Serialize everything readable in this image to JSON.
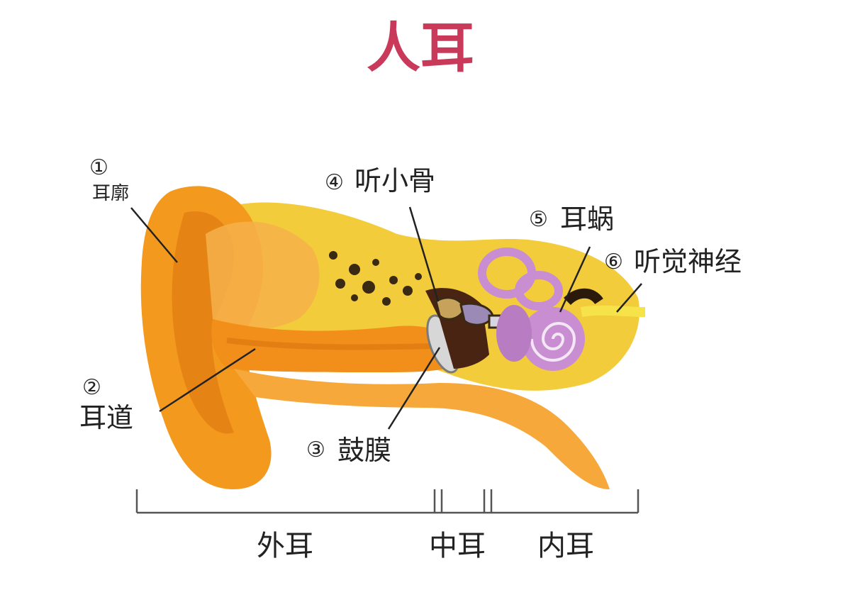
{
  "title": "人耳",
  "colors": {
    "title": "#c8395a",
    "skin": "#f39a1e",
    "skin_dark": "#d9730d",
    "bone": "#f6d241",
    "cochlea": "#c98ed1"
  },
  "labels": [
    {
      "num": "①",
      "text": "耳廓"
    },
    {
      "num": "②",
      "text": "耳道"
    },
    {
      "num": "③",
      "text": "鼓膜"
    },
    {
      "num": "④",
      "text": "听小骨"
    },
    {
      "num": "⑤",
      "text": "耳蜗"
    },
    {
      "num": "⑥",
      "text": "听觉神经"
    }
  ],
  "regions": [
    "外耳",
    "中耳",
    "内耳"
  ]
}
